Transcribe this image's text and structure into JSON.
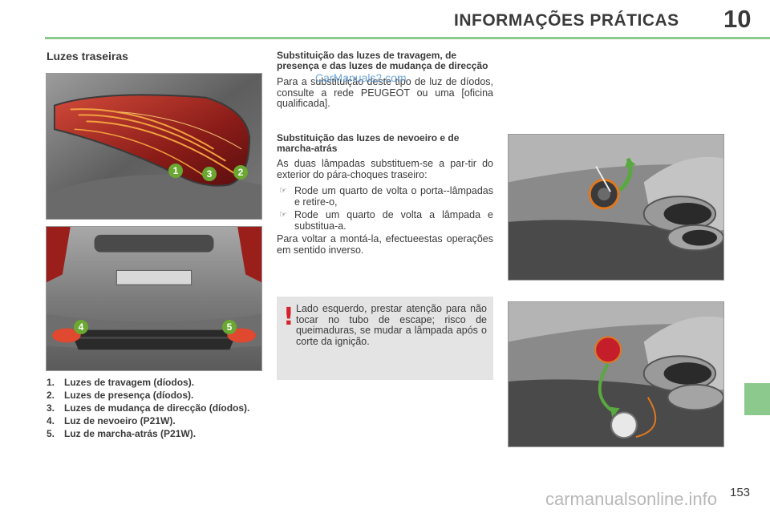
{
  "header": {
    "title": "INFORMAÇÕES PRÁTICAS",
    "chapter": "10"
  },
  "section": {
    "title": "Luzes traseiras"
  },
  "callouts": {
    "c1": "1",
    "c2": "2",
    "c3": "3",
    "c4": "4",
    "c5": "5"
  },
  "captions": [
    {
      "num": "1.",
      "text": "Luzes de travagem (díodos)."
    },
    {
      "num": "2.",
      "text": "Luzes de presença (díodos)."
    },
    {
      "num": "3.",
      "text": "Luzes de mudança de direcção (díodos)."
    },
    {
      "num": "4.",
      "text": "Luz de nevoeiro (P21W)."
    },
    {
      "num": "5.",
      "text": "Luz de marcha-atrás (P21W)."
    }
  ],
  "block1": {
    "heading": "Substituição das luzes de travagem, de presença e das luzes de mudança de direcção",
    "text": "Para a substituição deste tipo de luz de díodos, consulte a rede PEUGEOT ou uma [oficina qualificada]."
  },
  "block2": {
    "heading": "Substituição das luzes de nevoeiro e de marcha-atrás",
    "intro": "As duas lâmpadas substituem-se a par-tir do exterior do pára-choques traseiro:",
    "bullet_symbol": "☞",
    "bullets": [
      "Rode um quarto de volta o porta--lâmpadas e retire-o,",
      "Rode um quarto de volta a lâmpada e substitua-a."
    ],
    "outro": "Para voltar a montá-la, efectueestas operações em sentido inverso."
  },
  "warning": {
    "mark": "!",
    "text": "Lado esquerdo, prestar atenção para não tocar no tubo de escape; risco de queimaduras, se mudar a lâmpada após o corte da ignição."
  },
  "watermarks": {
    "top": "CarManuals2.com",
    "bottom": "carmanualsonline.info"
  },
  "page_number": "153",
  "colors": {
    "accent_green": "#8cc98c",
    "warning_red": "#d4232c",
    "callout_green": "#6aa832"
  }
}
